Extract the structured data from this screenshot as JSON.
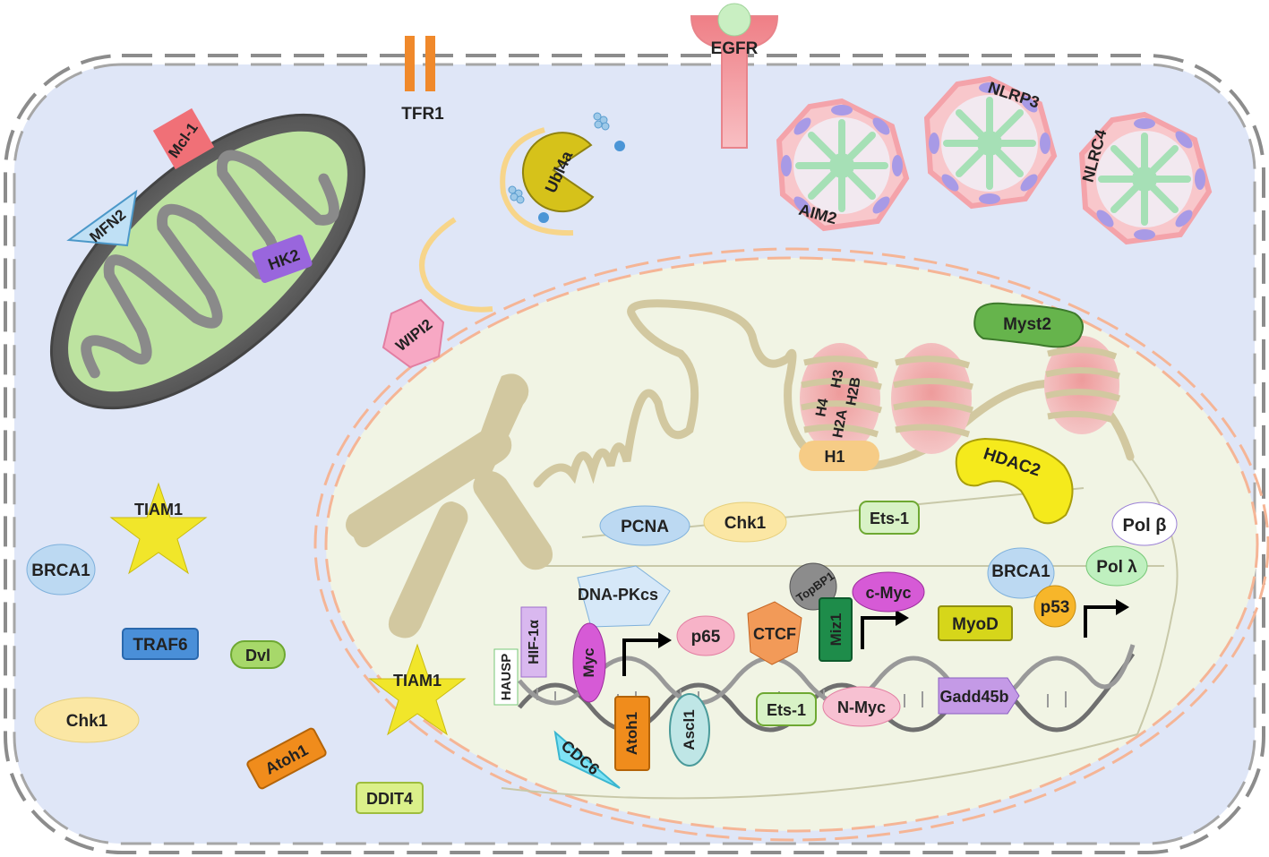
{
  "labels": {
    "tfr1": "TFR1",
    "egfr": "EGFR",
    "mcl1": "Mcl-1",
    "mfn2": "MFN2",
    "hk2": "HK2",
    "ubl4a": "Ubl4a",
    "wipi2": "WIPI2",
    "aim2": "AIM2",
    "nlrp3": "NLRP3",
    "nlrc4": "NLRC4",
    "myst2": "Myst2",
    "h4": "H4",
    "h3": "H3",
    "h2a": "H2A",
    "h2b": "H2B",
    "h1": "H1",
    "hdac2": "HDAC2",
    "tiam1_cyto": "TIAM1",
    "brca1_cyto": "BRCA1",
    "traf6": "TRAF6",
    "dvl": "Dvl",
    "chk1_cyto": "Chk1",
    "atoh1_cyto": "Atoh1",
    "ddit4": "DDIT4",
    "tiam1_nuc": "TIAM1",
    "pcna": "PCNA",
    "chk1_nuc": "Chk1",
    "ets1_top": "Ets-1",
    "pol_beta": "Pol β",
    "pol_lambda": "Pol λ",
    "brca1_nuc": "BRCA1",
    "p53": "p53",
    "dnapkcs": "DNA-PKcs",
    "topbp1": "TopBP1",
    "cmyc": "c-Myc",
    "miz1": "Miz1",
    "myod": "MyoD",
    "hausp": "HAUSP",
    "hif1a": "HIF-1α",
    "myc": "Myc",
    "p65": "p65",
    "ctcf": "CTCF",
    "ets1_bottom": "Ets-1",
    "nmyc": "N-Myc",
    "gadd45b": "Gadd45b",
    "atoh1_nuc": "Atoh1",
    "ascl1": "Ascl1",
    "cdc6": "CDC6"
  },
  "colors": {
    "cytoplasm": "#dfe6f7",
    "nucleus": "#f1f4e4",
    "mito_fill": "#bde3a0",
    "chromatin": "#d2c8a0",
    "nucleosome": "#eab0b0",
    "dna": "#777777"
  }
}
